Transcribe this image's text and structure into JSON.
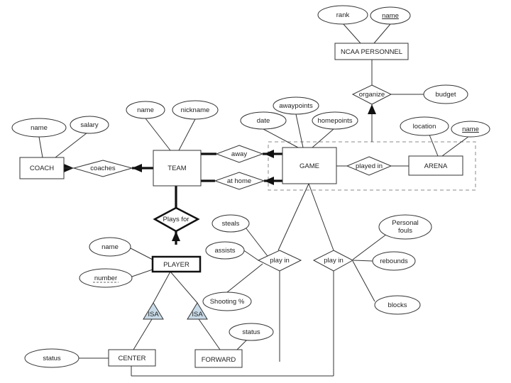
{
  "entities": {
    "coach": "COACH",
    "team": "TEAM",
    "game": "GAME",
    "arena": "ARENA",
    "ncaa": "NCAA PERSONNEL",
    "player": "PLAYER",
    "center": "CENTER",
    "forward": "FORWARD"
  },
  "relationships": {
    "coaches": "coaches",
    "away": "away",
    "at_home": "at home",
    "played_in": "played in",
    "organize": "organize",
    "plays_for": "Plays for",
    "play_in_1": "play in",
    "play_in_2": "play in"
  },
  "isa": {
    "left": "ISA",
    "right": "ISA"
  },
  "attributes": {
    "ncaa_rank": "rank",
    "ncaa_name": "name",
    "budget": "budget",
    "awaypoints": "awaypoints",
    "date": "date",
    "homepoints": "homepoints",
    "location": "location",
    "arena_name": "name",
    "team_name": "name",
    "nickname": "nickname",
    "coach_name": "name",
    "salary": "salary",
    "steals": "steals",
    "assists": "assists",
    "shooting": "Shooting %",
    "personal_fouls_1": "Personal",
    "personal_fouls_2": "fouls",
    "rebounds": "rebounds",
    "blocks": "blocks",
    "player_name": "name",
    "number": "number",
    "center_status": "status",
    "forward_status": "status"
  }
}
